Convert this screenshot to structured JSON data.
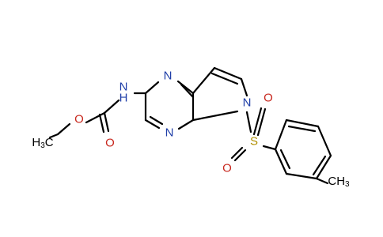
{
  "colors": {
    "background": "#ffffff",
    "bond": "#000000",
    "nitrogen": "#1f3ea8",
    "oxygen": "#c8281e",
    "sulfur": "#b08f00",
    "carbon_label": "#000000"
  },
  "atoms": {
    "n_ring_top": "N",
    "n_ring_bottom": "N",
    "n_pyrrole": "N",
    "n_amide": "N",
    "h_amide": "H",
    "o_ester": "O",
    "o_carbonyl": "O",
    "s_sulfonyl": "S",
    "o_sulfonyl_top": "O",
    "o_sulfonyl_bottom": "O",
    "ethyl_ch3_main": "H",
    "ethyl_ch3_sub": "3",
    "ethyl_ch3_c": "C",
    "aryl_ch3_main": "CH",
    "aryl_ch3_sub": "3"
  }
}
